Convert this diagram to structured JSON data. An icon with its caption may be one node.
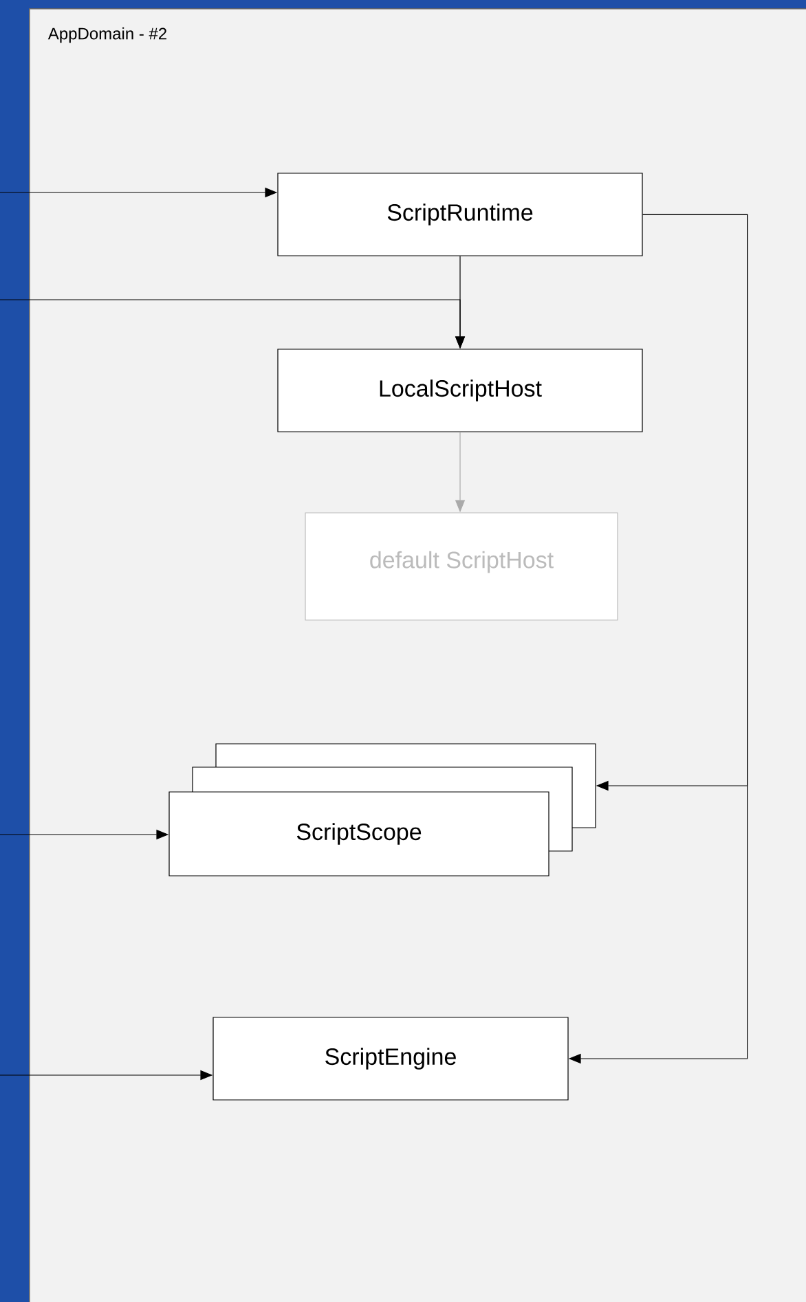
{
  "diagram": {
    "nodes": [
      {
        "text": [
          "AppDomain - #2"
        ]
      },
      {
        "text": [
          "ScriptRuntime"
        ],
        "in": 0
      },
      {
        "text": [
          "LocalScriptHost"
        ],
        "in": 0
      },
      {
        "text": [
          "default ScriptHost"
        ],
        "in": 0
      },
      {
        "text": [],
        "shape": "box",
        "in": 0
      },
      {
        "text": [],
        "shape": "box",
        "in": 0
      },
      {
        "text": [
          "ScriptScope"
        ],
        "in": 0
      },
      {
        "text": [
          "ScriptEngine"
        ],
        "in": 0
      }
    ],
    "edges": [
      {
        "from": null,
        "to": 1,
        "arrow": "to"
      },
      {
        "from": null,
        "to": 2,
        "arrow": "to"
      },
      {
        "from": 1,
        "to": 2,
        "arrow": "to"
      },
      {
        "from": 2,
        "to": 3,
        "arrow": "to",
        "color": "#aaaaaa"
      },
      {
        "from": 1,
        "to": 4,
        "arrow": "to"
      },
      {
        "from": 1,
        "to": 7,
        "arrow": "to"
      },
      {
        "from": null,
        "to": 6,
        "arrow": "to"
      },
      {
        "from": null,
        "to": 7,
        "arrow": "to"
      }
    ]
  }
}
